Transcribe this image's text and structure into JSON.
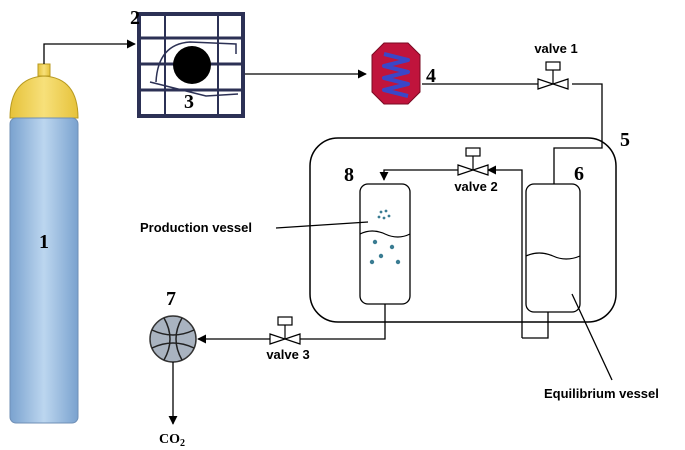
{
  "labels": {
    "cylinder_number": "1",
    "compressor_number": "2",
    "compressor_inner_number": "3",
    "heater_number": "4",
    "bath_number": "5",
    "equilibrium_number": "6",
    "meter_number": "7",
    "production_number": "8",
    "valve1": "valve 1",
    "valve2": "valve 2",
    "valve3": "valve 3",
    "production_vessel": "Production vessel",
    "equilibrium_vessel": "Equilibrium vessel",
    "co2_main": "CO",
    "co2_sub": "2"
  },
  "colors": {
    "cylinder_top": "#f2d24a",
    "cylinder_body": "#8fb4dc",
    "cylinder_center": "#b9d3ee",
    "heater": "#c0143c",
    "heater_coil": "#3a47c8",
    "compressor_frame": "#3a3f6a",
    "meter_fill": "#9aa6b4",
    "bubbles": "#3a7c92",
    "liquid_line": "#000000"
  },
  "icons": {
    "valve": "valve-icon",
    "meter": "flow-meter-icon",
    "heater": "heating-coil-icon",
    "compressor": "compressor-icon",
    "cylinder": "gas-cylinder-icon"
  }
}
